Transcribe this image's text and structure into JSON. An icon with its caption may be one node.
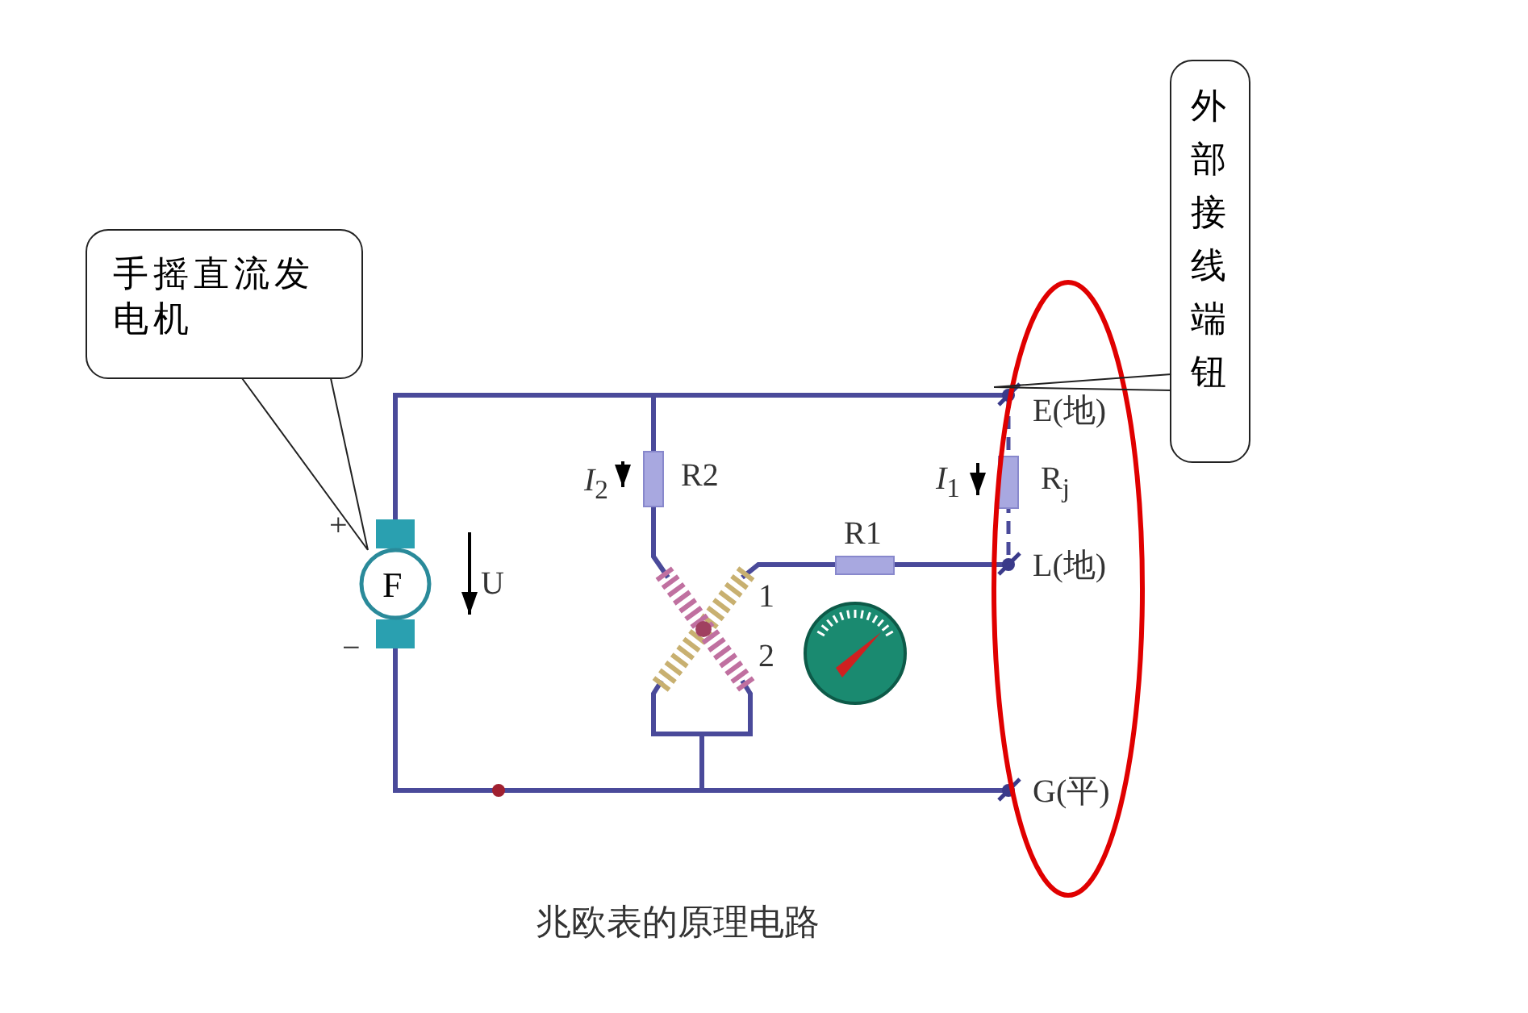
{
  "diagram": {
    "caption": "兆欧表的原理电路",
    "nodes": [
      {
        "text": [
          "手摇直流发电机"
        ]
      },
      {
        "text": [
          "F"
        ]
      },
      {
        "text": [
          "外部接线端钮"
        ]
      },
      {
        "text": [],
        "shape": "ellipse"
      }
    ],
    "edges": [
      {
        "from": 0,
        "to": 1,
        "arrow": "none"
      },
      {
        "from": 2,
        "to": 3,
        "arrow": "none"
      }
    ],
    "labels": [
      "+",
      "−",
      "U",
      "*I*$_{2}$",
      "R2",
      "1",
      "2",
      "R1",
      "*I*$_{1}$",
      "R$_{j}$",
      "E(地)",
      "L(地)",
      "G(平)"
    ]
  }
}
